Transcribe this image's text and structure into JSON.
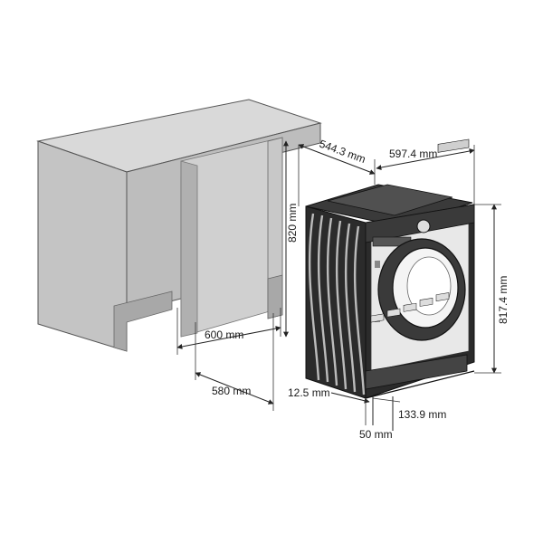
{
  "dimensions": {
    "depth_top": "544.3 mm",
    "width_top": "597.4 mm",
    "cabinet_height": "820 mm",
    "machine_height": "817.4 mm",
    "cabinet_width": "600 mm",
    "cabinet_depth": "580 mm",
    "front_offset": "12.5 mm",
    "plinth_height": "133.9 mm",
    "plinth_depth": "50 mm"
  },
  "colors": {
    "cabinet_top": "#d9d9d9",
    "cabinet_side": "#bdbdbd",
    "machine_body": "#2b2b2b",
    "machine_front": "#e8e8e8"
  }
}
